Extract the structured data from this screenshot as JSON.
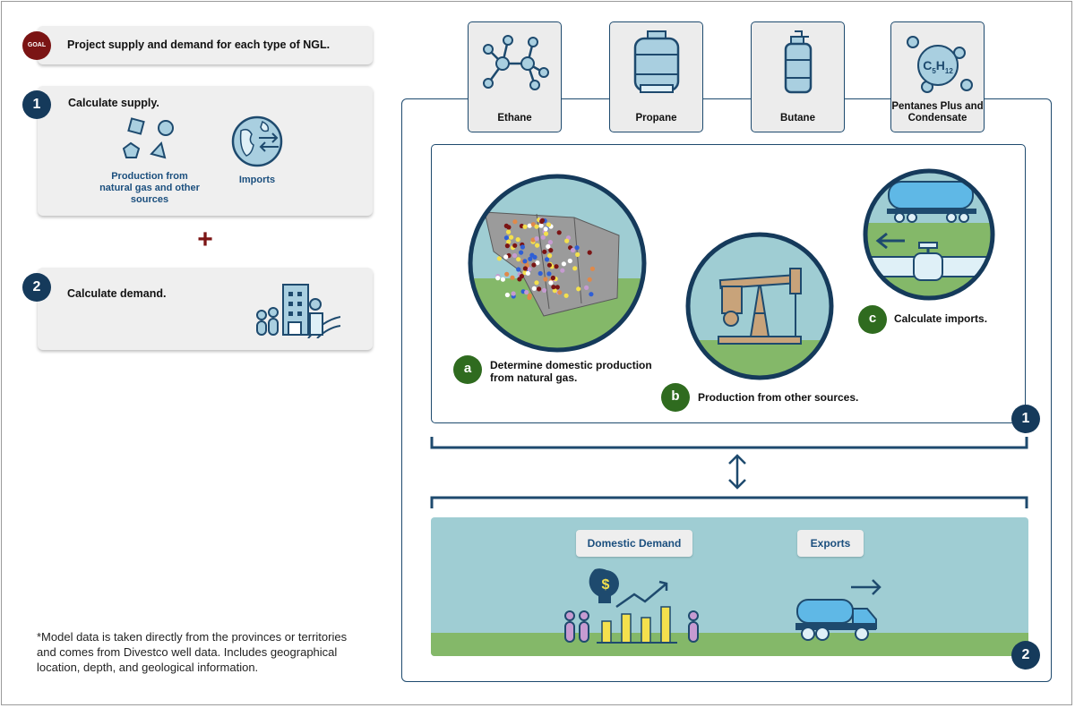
{
  "goal": {
    "badge": "GOAL",
    "text": "Project supply and demand for each type of NGL."
  },
  "step1": {
    "number": "1",
    "title": "Calculate supply.",
    "production_caption": "Production from natural gas and other sources",
    "imports_caption": "Imports"
  },
  "plus": "+",
  "step2": {
    "number": "2",
    "title": "Calculate demand."
  },
  "footnote": "*Model data is taken directly from the provinces or territories and comes from Divestco well data. Includes geographical location, depth, and geological information.",
  "ngl_types": [
    {
      "label": "Ethane",
      "icon": "ethane-molecule-icon"
    },
    {
      "label": "Propane",
      "icon": "propane-tank-icon"
    },
    {
      "label": "Butane",
      "icon": "butane-cylinder-icon"
    },
    {
      "label": "Pentanes Plus and Condensate",
      "icon": "c5h12-molecule-icon"
    }
  ],
  "supply_panel": {
    "number": "1",
    "a": {
      "letter": "a",
      "text": "Determine domestic production from natural gas."
    },
    "b": {
      "letter": "b",
      "text": "Production from other sources."
    },
    "c": {
      "letter": "c",
      "text": "Calculate imports."
    }
  },
  "demand_panel": {
    "number": "2",
    "domestic": "Domestic Demand",
    "exports": "Exports"
  },
  "colors": {
    "navy": "#153a5b",
    "goal_red": "#7b1414",
    "green": "#2f6b1f",
    "sky": "#9fcdd3",
    "grass": "#84b869"
  }
}
